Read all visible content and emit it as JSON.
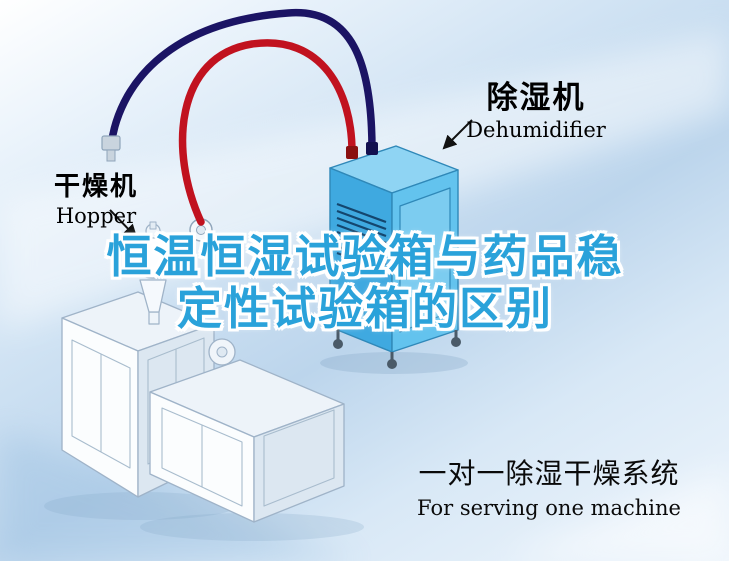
{
  "labels": {
    "dehumidifier": {
      "cn": "除湿机",
      "en": "Dehumidifier"
    },
    "hopper": {
      "cn": "干燥机",
      "en": "Hopper"
    }
  },
  "title": {
    "line1": "恒温恒湿试验箱与药品稳",
    "line2": "定性试验箱的区别"
  },
  "caption": {
    "cn": "一对一除湿干燥系统",
    "en": "For serving one machine"
  },
  "icons": {
    "arrow_to_dehumidifier": "arrow-icon",
    "arrow_to_hopper": "arrow-icon"
  },
  "colors": {
    "title_color": "#2aa2da",
    "pipe_blue": "#1b1464",
    "pipe_red": "#c1121f",
    "dehu_front": "#3fa9e0",
    "dehu_side": "#63c3ee",
    "dehu_top": "#8fd4f3",
    "text_black": "#000000"
  }
}
